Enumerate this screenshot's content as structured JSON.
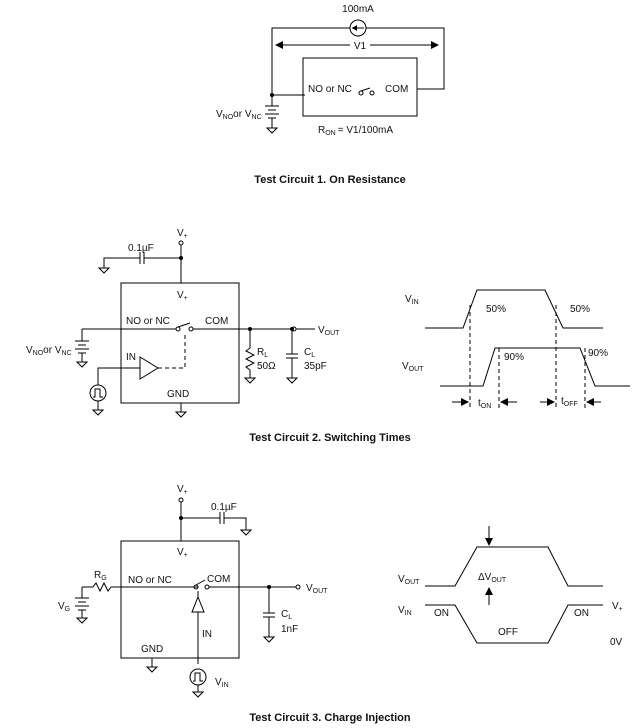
{
  "circuit1": {
    "current_label": "100mA",
    "v1_label": "V1",
    "switch_no_nc": "NO or NC",
    "switch_com": "COM",
    "source_v": "V",
    "source_no_sub": "NO",
    "source_or": "or V",
    "source_nc_sub": "NC",
    "ron_r": "R",
    "ron_sub": "ON",
    "ron_eq": "= V1/100mA",
    "caption": "Test Circuit 1. On Resistance"
  },
  "circuit2": {
    "vplus_top": "V",
    "vplus_top_sub": "+",
    "cap_label": "0.1µF",
    "vplus_in": "V",
    "vplus_in_sub": "+",
    "switch_no_nc": "NO or NC",
    "switch_com": "COM",
    "vout": "V",
    "vout_sub": "OUT",
    "source_v": "V",
    "source_no_sub": "NO",
    "source_or": "or V",
    "source_nc_sub": "NC",
    "in_label": "IN",
    "gnd_label": "GND",
    "rl_r": "R",
    "rl_sub": "L",
    "rl_val": "50Ω",
    "cl_c": "C",
    "cl_sub": "L",
    "cl_val": "35pF",
    "caption": "Test Circuit 2. Switching Times",
    "timing": {
      "vin": "V",
      "vin_sub": "IN",
      "vout": "V",
      "vout_sub": "OUT",
      "p50a": "50%",
      "p50b": "50%",
      "p90a": "90%",
      "p90b": "90%",
      "ton": "t",
      "ton_sub": "ON",
      "toff": "t",
      "toff_sub": "OFF"
    }
  },
  "circuit3": {
    "vplus_top": "V",
    "vplus_top_sub": "+",
    "cap_label": "0.1µF",
    "vplus_in": "V",
    "vplus_in_sub": "+",
    "rg_r": "R",
    "rg_sub": "G",
    "vg_v": "V",
    "vg_sub": "G",
    "switch_no_nc": "NO or NC",
    "switch_com": "COM",
    "vout": "V",
    "vout_sub": "OUT",
    "in_label": "IN",
    "gnd_label": "GND",
    "cl_c": "C",
    "cl_sub": "L",
    "cl_val": "1nF",
    "vin_bottom": "V",
    "vin_bottom_sub": "IN",
    "caption": "Test Circuit 3. Charge Injection",
    "timing": {
      "vout": "V",
      "vout_sub": "OUT",
      "vin": "V",
      "vin_sub": "IN",
      "delta": "ΔV",
      "delta_sub": "OUT",
      "on_left": "ON",
      "off": "OFF",
      "on_right": "ON",
      "vplus": "V",
      "vplus_sub": "+",
      "zero_v": "0V"
    }
  }
}
